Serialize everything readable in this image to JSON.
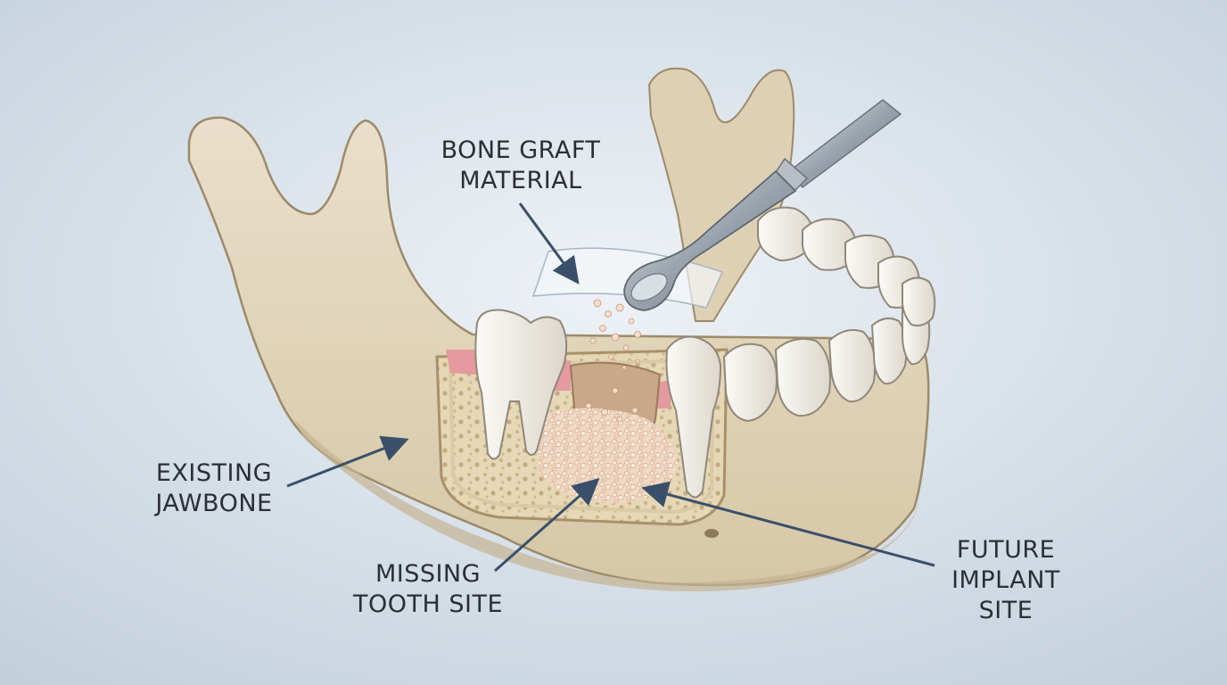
{
  "labels": {
    "bone_graft": {
      "line1": "BONE GRAFT",
      "line2": "MATERIAL"
    },
    "existing_jawbone": {
      "line1": "EXISTING",
      "line2": "JAWBONE"
    },
    "missing_tooth_site": {
      "line1": "MISSING",
      "line2": "TOOTH SITE"
    },
    "future_implant_site": {
      "line1": "FUTURE",
      "line2": "IMPLANT",
      "line3": "SITE"
    }
  },
  "colors": {
    "background_center": "#eef2f6",
    "background_edge": "#c3d0dc",
    "bone": "#e2d6be",
    "bone_shadow": "#c5b493",
    "bone_outline": "#9c8a6a",
    "gum": "#e49a9e",
    "tooth": "#f3f0e8",
    "graft_granules": "#efcfb8",
    "arrow": "#3a506a",
    "instrument": "#a9b0b8"
  }
}
